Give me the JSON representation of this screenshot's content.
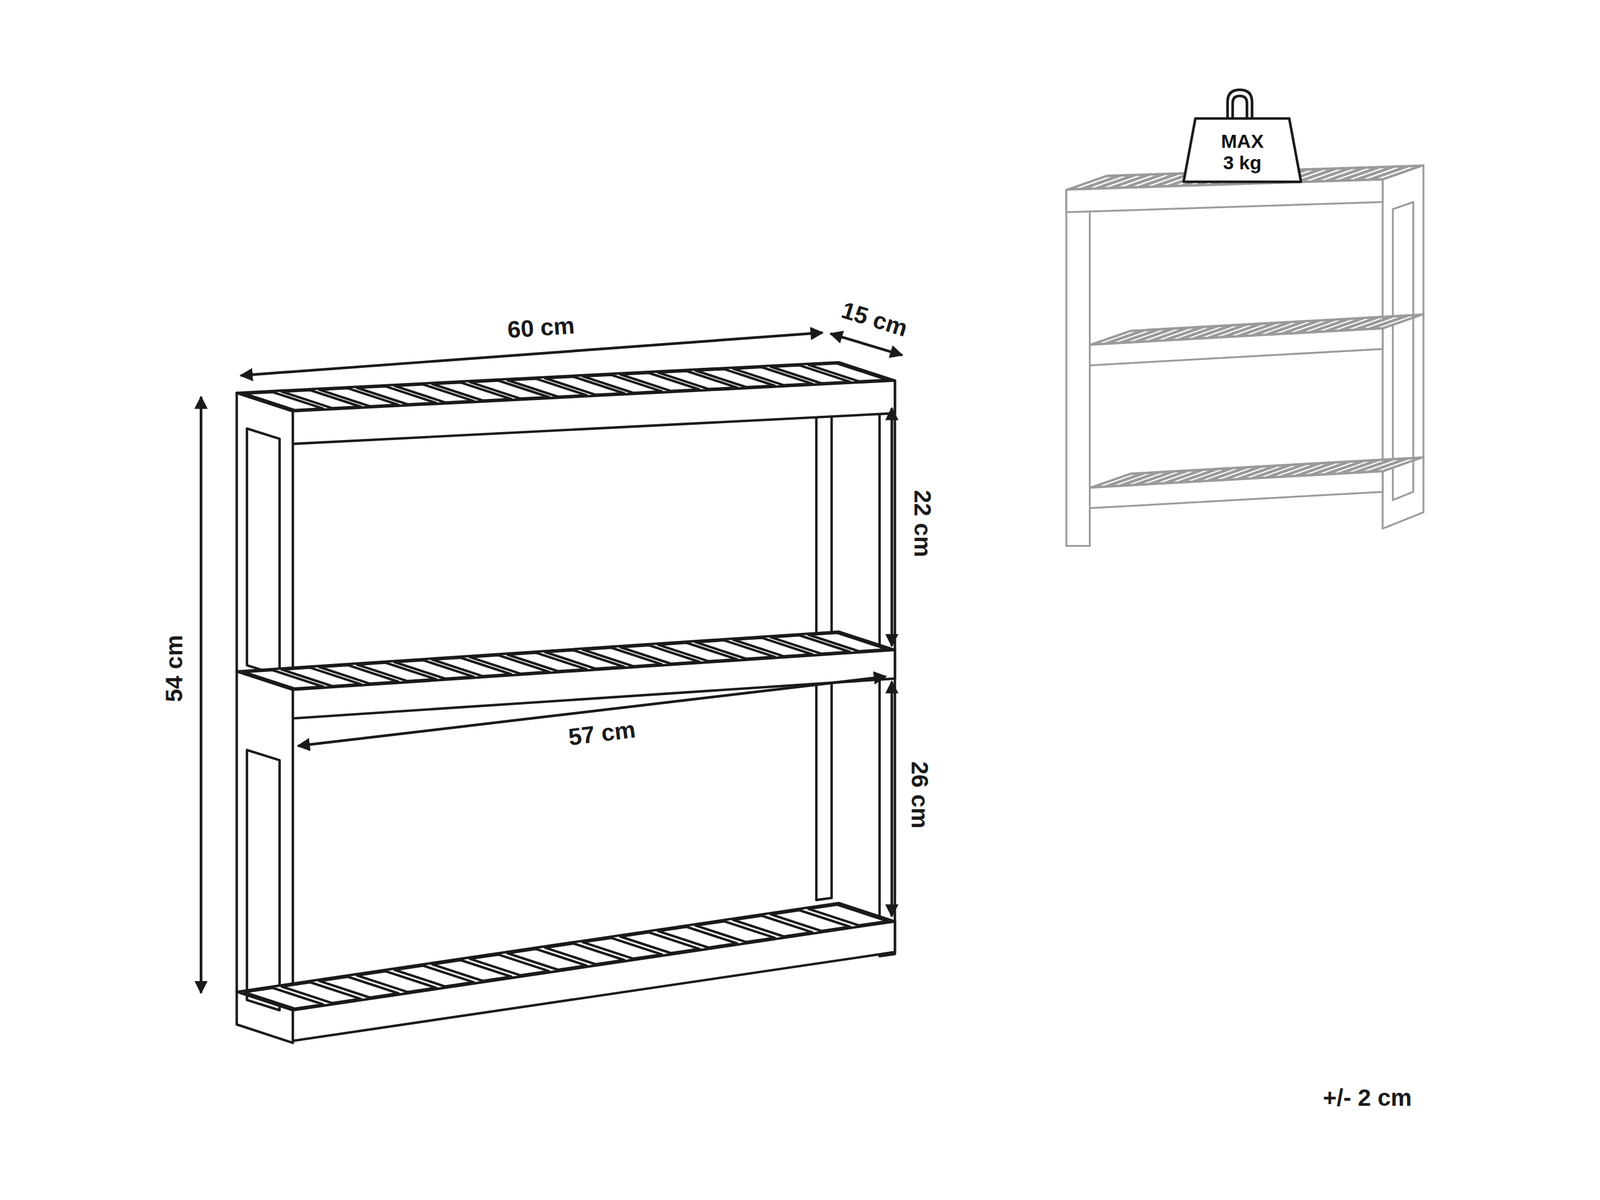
{
  "diagram": {
    "nodes": [
      {
        "text": [
          "MAX",
          "3 kg"
        ]
      }
    ],
    "labels": [
      "60 cm",
      "15 cm",
      "54 cm",
      "22 cm",
      "57 cm",
      "26 cm",
      "+/- 2 cm"
    ]
  }
}
